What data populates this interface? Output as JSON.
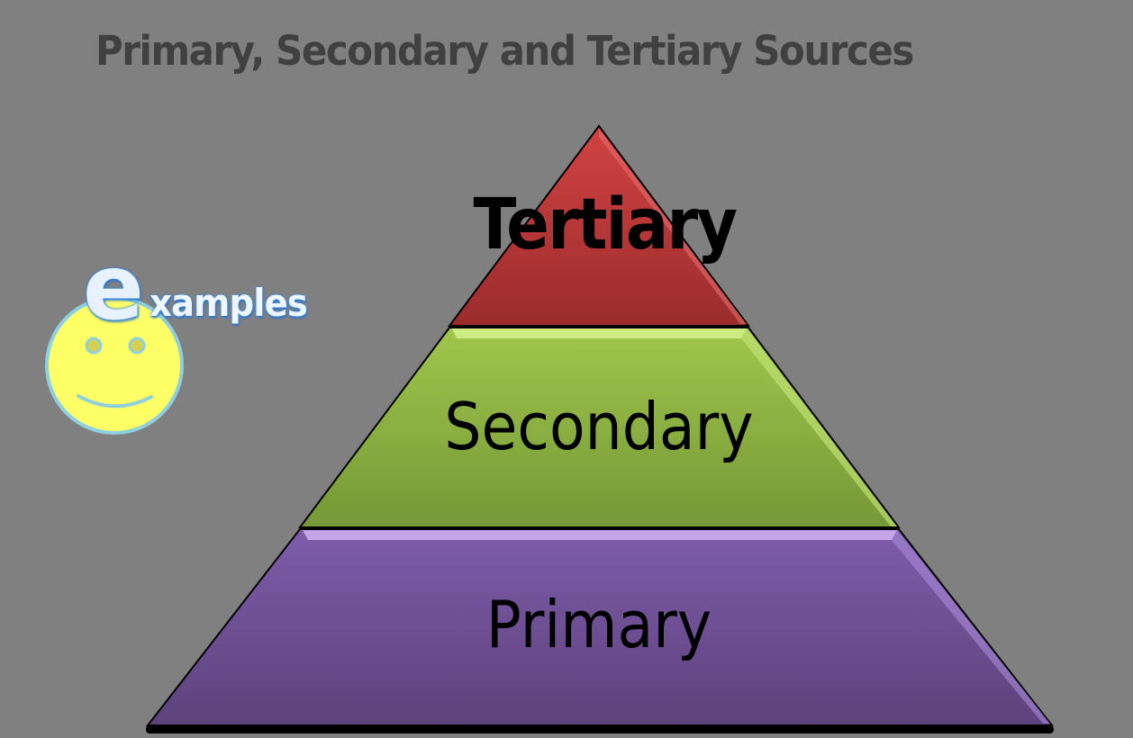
{
  "title": "Primary, Secondary and Tertiary Sources",
  "pyramid": {
    "tiers": [
      {
        "label": "Tertiary",
        "color_top": "#cf3e3e",
        "color_bottom": "#9c2b2b",
        "highlight": "#e06060"
      },
      {
        "label": "Secondary",
        "color_top": "#9dc44a",
        "color_bottom": "#789a37",
        "highlight": "#d4f08a"
      },
      {
        "label": "Primary",
        "color_top": "#7d5ba9",
        "color_bottom": "#5f437f",
        "highlight": "#d9b8f5"
      }
    ]
  },
  "logo": {
    "initial": "e",
    "text": "xamples",
    "face_color": "#ffff66",
    "face_outline": "#8ecfe0",
    "eye_color": "#d6cf50"
  },
  "colors": {
    "background": "#808080",
    "title": "#404040"
  }
}
